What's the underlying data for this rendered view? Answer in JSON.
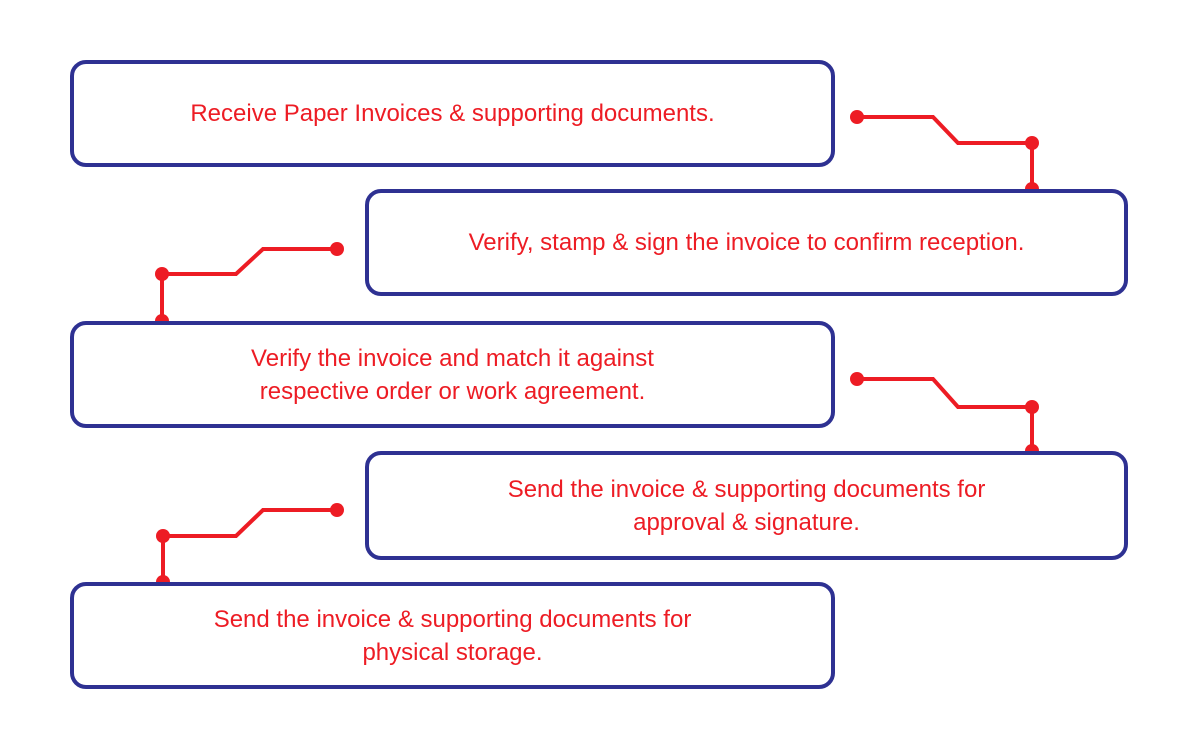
{
  "diagram": {
    "type": "flowchart",
    "description": "Paper invoice handling process flow"
  },
  "colors": {
    "box_border_navy": "#2E3192",
    "text_red": "#ED1C24",
    "connector_red": "#ED1C24",
    "background": "#FFFFFF"
  },
  "steps": [
    {
      "id": 1,
      "lines": [
        "Receive Paper Invoices & supporting documents."
      ]
    },
    {
      "id": 2,
      "lines": [
        "Verify, stamp & sign the invoice to confirm reception."
      ]
    },
    {
      "id": 3,
      "lines": [
        "Verify the invoice and match it against",
        "respective order or work agreement."
      ]
    },
    {
      "id": 4,
      "lines": [
        "Send the invoice & supporting documents for",
        "approval & signature."
      ]
    },
    {
      "id": 5,
      "lines": [
        "Send the invoice & supporting documents for",
        "physical storage."
      ]
    }
  ],
  "connectors": [
    {
      "from": 1,
      "to": 2
    },
    {
      "from": 2,
      "to": 3
    },
    {
      "from": 3,
      "to": 4
    },
    {
      "from": 4,
      "to": 5
    }
  ]
}
